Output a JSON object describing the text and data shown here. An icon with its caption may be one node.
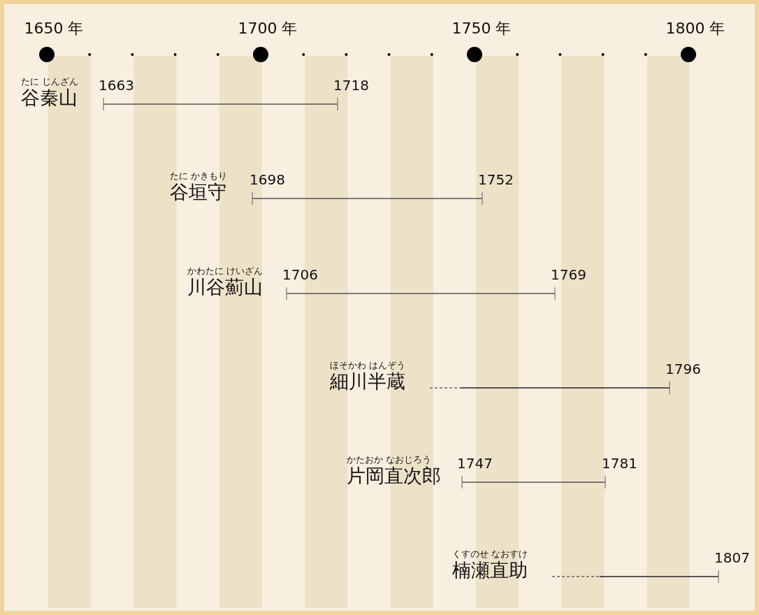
{
  "diagram": {
    "nodes": [
      {
        "text": [
          "たに じんざん",
          "谷秦山",
          "1663",
          "1718"
        ]
      },
      {
        "text": [
          "たに かきもり",
          "谷垣守",
          "1698",
          "1752"
        ]
      },
      {
        "text": [
          "かわたに けいざん",
          "川谷薊山",
          "1706",
          "1769"
        ]
      },
      {
        "text": [
          "ほそかわ はんぞう",
          "細川半蔵",
          "1796"
        ]
      },
      {
        "text": [
          "かたおか なおじろう",
          "片岡直次郎",
          "1747",
          "1781"
        ]
      },
      {
        "text": [
          "くすのせ なおすけ",
          "楠瀬直助",
          "1807"
        ]
      }
    ],
    "labels": [
      "1650 年",
      "1700 年",
      "1750 年",
      "1800 年"
    ]
  }
}
